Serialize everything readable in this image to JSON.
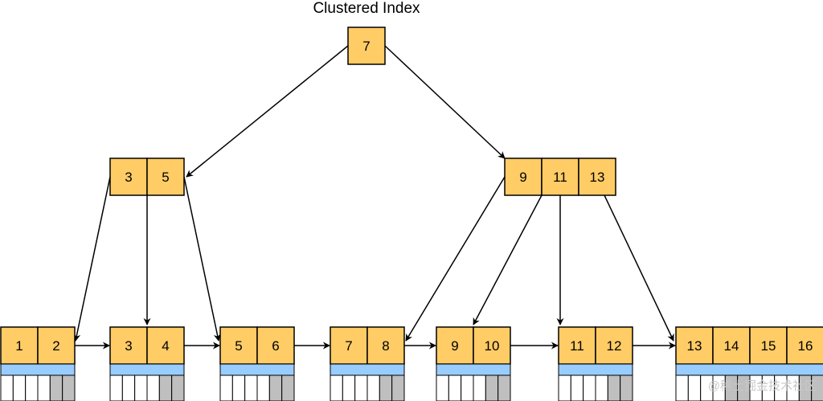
{
  "title": "Clustered Index",
  "colors": {
    "key_fill": "#ffcc66",
    "stroke": "#000000",
    "pointer_row": "#99ccff",
    "data_empty": "#ffffff",
    "data_filled": "#bfbfbf"
  },
  "root": {
    "keys": [
      "7"
    ]
  },
  "internal": [
    {
      "keys": [
        "3",
        "5"
      ]
    },
    {
      "keys": [
        "9",
        "11",
        "13"
      ]
    }
  ],
  "leaves": [
    {
      "keys": [
        "1",
        "2"
      ],
      "gray_from": 3
    },
    {
      "keys": [
        "3",
        "4"
      ],
      "gray_from": 3
    },
    {
      "keys": [
        "5",
        "6"
      ],
      "gray_from": 3
    },
    {
      "keys": [
        "7",
        "8"
      ],
      "gray_from": 3
    },
    {
      "keys": [
        "9",
        "10"
      ],
      "gray_from": 3
    },
    {
      "keys": [
        "11",
        "12"
      ],
      "gray_from": 3
    },
    {
      "keys": [
        "13",
        "14",
        "15",
        "16"
      ],
      "gray_from": 3
    }
  ],
  "watermark": "@稀土掘金技术社区"
}
